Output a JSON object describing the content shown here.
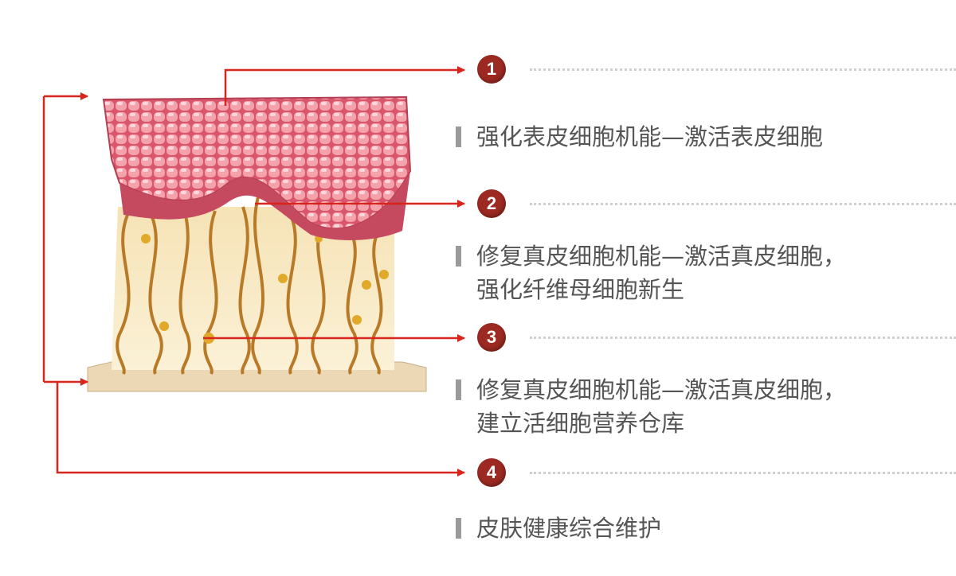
{
  "colors": {
    "arrow": "#d8261e",
    "badge": "#9c2a22",
    "text": "#555555"
  },
  "items": [
    {
      "number": "1",
      "lines": [
        "强化表皮细胞机能—激活表皮细胞"
      ]
    },
    {
      "number": "2",
      "lines": [
        "修复真皮细胞机能—激活真皮细胞，",
        "强化纤维母细胞新生"
      ]
    },
    {
      "number": "3",
      "lines": [
        "修复真皮细胞机能—激活真皮细胞，",
        "建立活细胞营养仓库"
      ]
    },
    {
      "number": "4",
      "lines": [
        "皮肤健康综合维护"
      ]
    }
  ]
}
